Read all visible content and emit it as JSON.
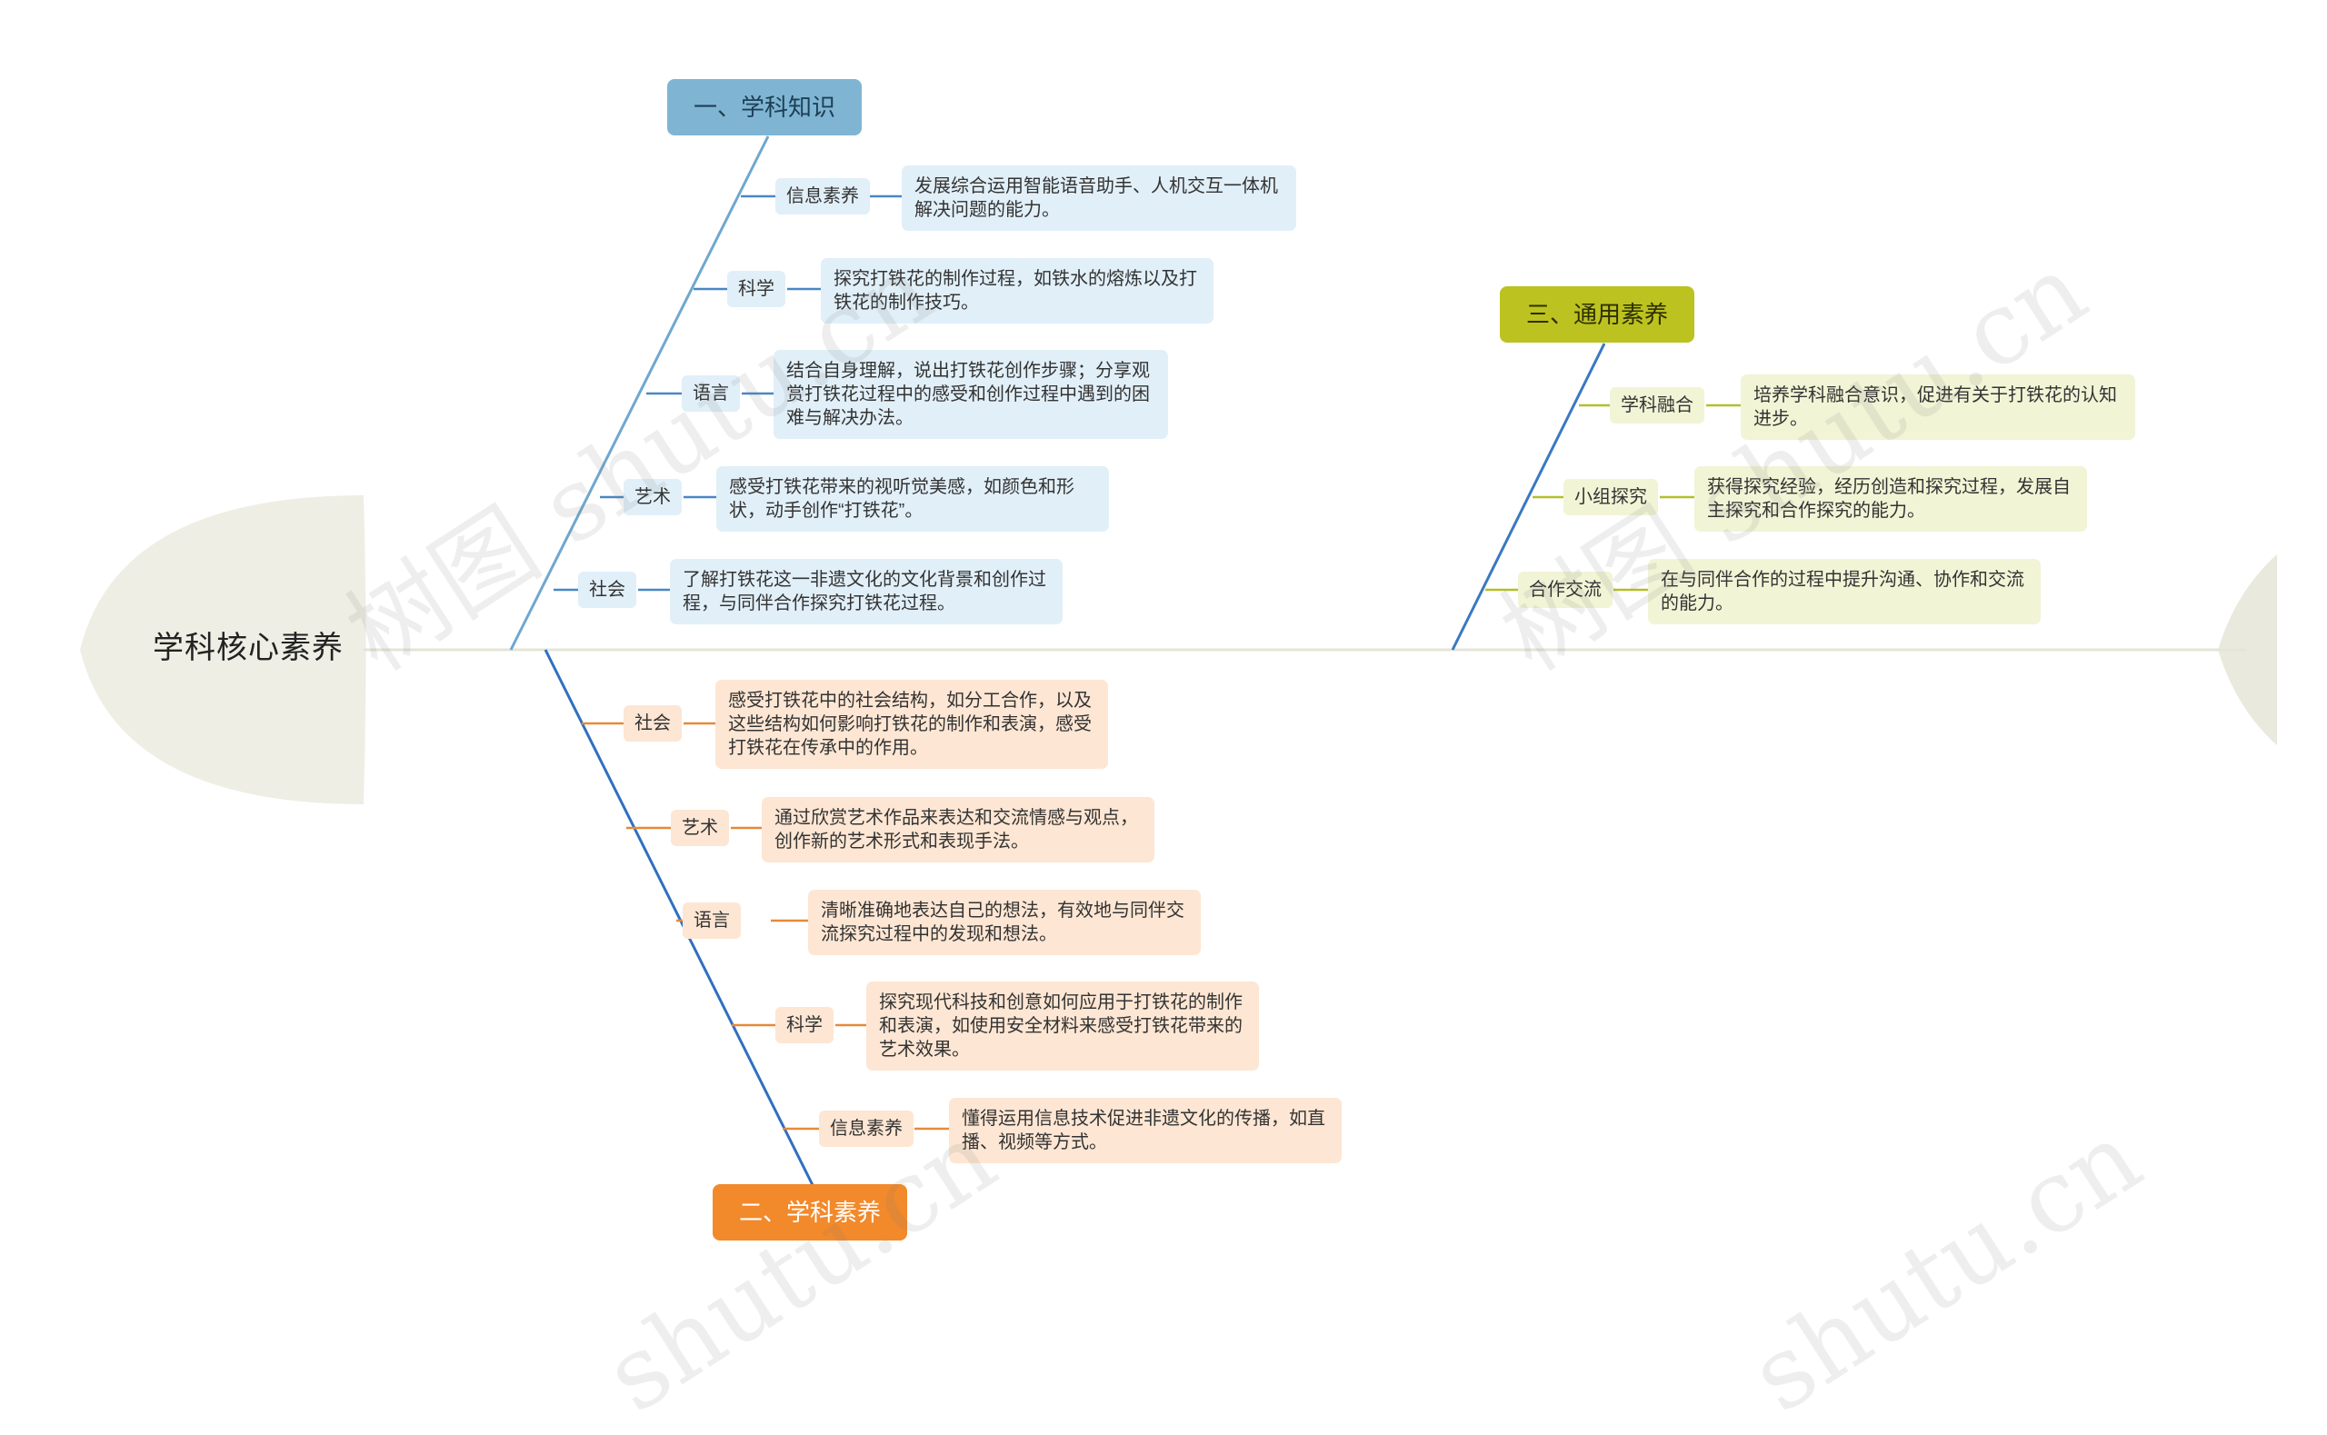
{
  "root": {
    "label": "学科核心素养"
  },
  "colors": {
    "spine": "#e4e5d9",
    "head": "#eeeee4",
    "blue_branch": "#6fa7cf",
    "blue_sub": "#4a87c4",
    "orange_branch": "#2f6fc0",
    "orange_sub": "#e58a3a",
    "olive_branch": "#3a78c2",
    "olive_sub": "#b4bf2a"
  },
  "branches": {
    "knowledge": {
      "title": "一、学科知识",
      "items": [
        {
          "tag": "信息素养",
          "text": "发展综合运用智能语音助手、人机交互一体机解决问题的能力。"
        },
        {
          "tag": "科学",
          "text": "探究打铁花的制作过程，如铁水的熔炼以及打铁花的制作技巧。"
        },
        {
          "tag": "语言",
          "text": "结合自身理解，说出打铁花创作步骤；分享观赏打铁花过程中的感受和创作过程中遇到的困难与解决办法。"
        },
        {
          "tag": "艺术",
          "text": "感受打铁花带来的视听觉美感，如颜色和形状，动手创作“打铁花”。"
        },
        {
          "tag": "社会",
          "text": "了解打铁花这一非遗文化的文化背景和创作过程，与同伴合作探究打铁花过程。"
        }
      ]
    },
    "literacy": {
      "title": "二、学科素养",
      "items": [
        {
          "tag": "社会",
          "text": "感受打铁花中的社会结构，如分工合作，以及这些结构如何影响打铁花的制作和表演，感受打铁花在传承中的作用。"
        },
        {
          "tag": "艺术",
          "text": "通过欣赏艺术作品来表达和交流情感与观点，创作新的艺术形式和表现手法。"
        },
        {
          "tag": "语言",
          "text": "清晰准确地表达自己的想法，有效地与同伴交流探究过程中的发现和想法。"
        },
        {
          "tag": "科学",
          "text": "探究现代科技和创意如何应用于打铁花的制作和表演，如使用安全材料来感受打铁花带来的艺术效果。"
        },
        {
          "tag": "信息素养",
          "text": "懂得运用信息技术促进非遗文化的传播，如直播、视频等方式。"
        }
      ]
    },
    "general": {
      "title": "三、通用素养",
      "items": [
        {
          "tag": "学科融合",
          "text": "培养学科融合意识，促进有关于打铁花的认知进步。"
        },
        {
          "tag": "小组探究",
          "text": "获得探究经验，经历创造和探究过程，发展自主探究和合作探究的能力。"
        },
        {
          "tag": "合作交流",
          "text": "在与同伴合作的过程中提升沟通、协作和交流的能力。"
        }
      ]
    }
  },
  "watermarks": [
    "树图 shutu.cn",
    "树图 shutu.cn",
    "shutu.cn",
    "shutu.cn"
  ]
}
